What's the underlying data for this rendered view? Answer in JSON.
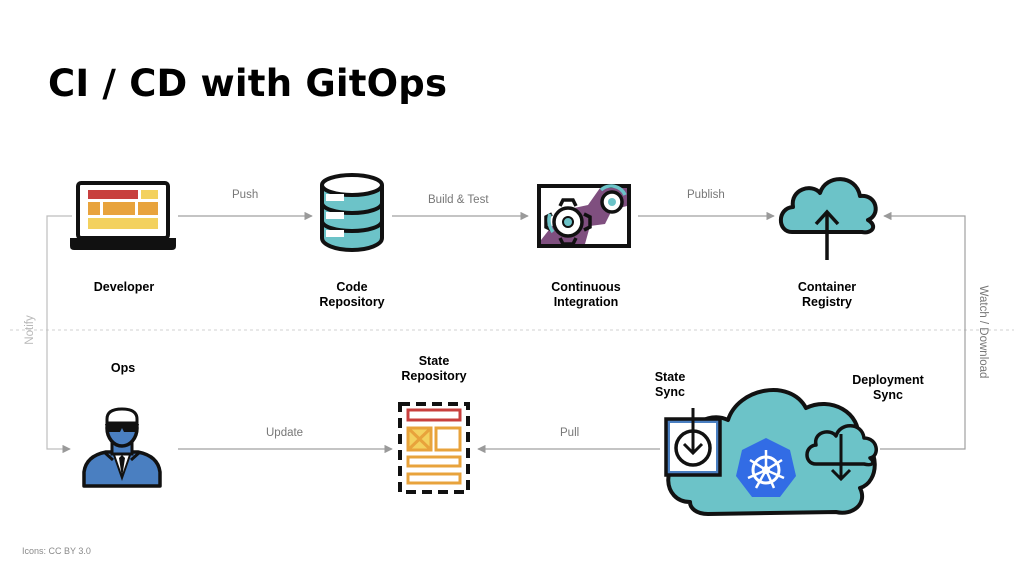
{
  "title": "CI / CD with GitOps",
  "nodes": {
    "developer": {
      "label": "Developer",
      "icon": "laptop-icon"
    },
    "code_repository": {
      "label_line1": "Code",
      "label_line2": "Repository",
      "icon": "database-icon"
    },
    "continuous_integration": {
      "label_line1": "Continuous",
      "label_line2": "Integration",
      "icon": "gears-icon"
    },
    "container_registry": {
      "label_line1": "Container",
      "label_line2": "Registry",
      "icon": "cloud-upload-icon"
    },
    "ops": {
      "label": "Ops",
      "icon": "operator-person-icon"
    },
    "state_repository": {
      "label_line1": "State",
      "label_line2": "Repository",
      "icon": "layout-template-icon"
    },
    "state_sync": {
      "label_line1": "State",
      "label_line2": "Sync",
      "icon": "download-box-icon"
    },
    "deployment_sync": {
      "label_line1": "Deployment",
      "label_line2": "Sync",
      "icon": "cloud-download-icon"
    },
    "kubernetes": {
      "icon": "kubernetes-helm-icon"
    }
  },
  "edges": {
    "push": "Push",
    "build_test": "Build & Test",
    "publish": "Publish",
    "update": "Update",
    "pull": "Pull",
    "watch_download": "Watch / Download",
    "notify": "Notify"
  },
  "footer": {
    "credit": "Icons: CC BY 3.0"
  },
  "colors": {
    "teal": "#6cc3c8",
    "purple": "#7f4f7f",
    "orange": "#e8a33c",
    "red": "#c8403e",
    "yellow": "#f3d15e",
    "blue": "#4a7fc1",
    "gray_line": "#a0a0a0"
  }
}
